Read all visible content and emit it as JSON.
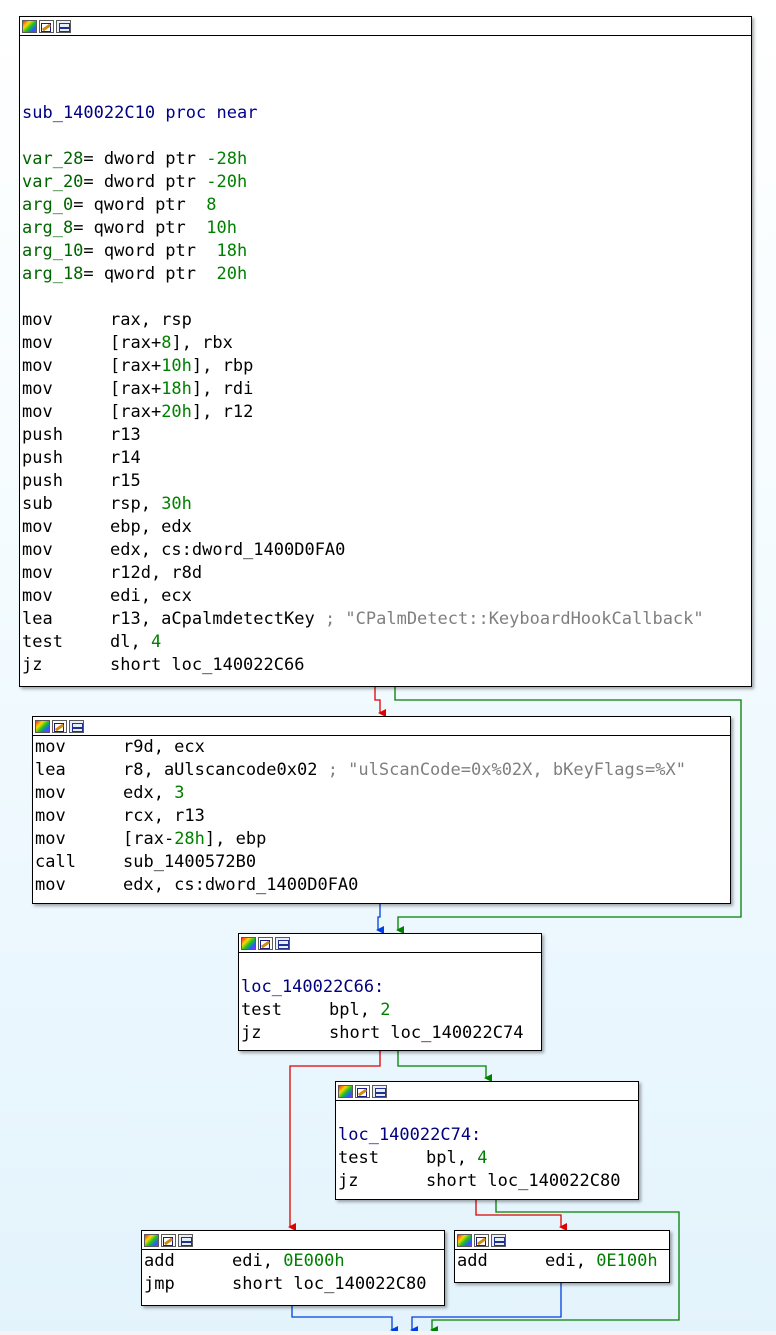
{
  "blocks": {
    "b1": {
      "l1": "sub_140022C10",
      "l1kw": "proc near",
      "vars": [
        {
          "n": "var_28",
          "t": "= dword ptr ",
          "v": "-28h"
        },
        {
          "n": "var_20",
          "t": "= dword ptr ",
          "v": "-20h"
        },
        {
          "n": "arg_0",
          "t": "= qword ptr  ",
          "v": "8"
        },
        {
          "n": "arg_8",
          "t": "= qword ptr  ",
          "v": "10h"
        },
        {
          "n": "arg_10",
          "t": "= qword ptr  ",
          "v": "18h"
        },
        {
          "n": "arg_18",
          "t": "= qword ptr  ",
          "v": "20h"
        }
      ],
      "i": [
        {
          "m": "mov",
          "o": "rax, rsp"
        },
        {
          "m": "mov",
          "a": "[rax+",
          "n": "8",
          "b": "], rbx"
        },
        {
          "m": "mov",
          "a": "[rax+",
          "n": "10h",
          "b": "], rbp"
        },
        {
          "m": "mov",
          "a": "[rax+",
          "n": "18h",
          "b": "], rdi"
        },
        {
          "m": "mov",
          "a": "[rax+",
          "n": "20h",
          "b": "], r12"
        },
        {
          "m": "push",
          "o": "r13"
        },
        {
          "m": "push",
          "o": "r14"
        },
        {
          "m": "push",
          "o": "r15"
        },
        {
          "m": "sub",
          "a": "rsp, ",
          "n": "30h"
        },
        {
          "m": "mov",
          "o": "ebp, edx"
        },
        {
          "m": "mov",
          "o": "edx, cs:dword_1400D0FA0"
        },
        {
          "m": "mov",
          "o": "r12d, r8d"
        },
        {
          "m": "mov",
          "o": "edi, ecx"
        },
        {
          "m": "lea",
          "o": "r13, aCpalmdetectKey",
          "c": " ; \"CPalmDetect::KeyboardHookCallback\""
        },
        {
          "m": "test",
          "a": "dl, ",
          "n": "4"
        },
        {
          "m": "jz",
          "o": "short loc_140022C66"
        }
      ]
    },
    "b2": {
      "i": [
        {
          "m": "mov",
          "o": "r9d, ecx"
        },
        {
          "m": "lea",
          "o": "r8, aUlscancode0x02",
          "c": " ; \"ulScanCode=0x%02X, bKeyFlags=%X\""
        },
        {
          "m": "mov",
          "a": "edx, ",
          "n": "3"
        },
        {
          "m": "mov",
          "o": "rcx, r13"
        },
        {
          "m": "mov",
          "a": "[rax-",
          "n": "28h",
          "b": "], ebp"
        },
        {
          "m": "call",
          "o": "sub_1400572B0"
        },
        {
          "m": "mov",
          "o": "edx, cs:dword_1400D0FA0"
        }
      ]
    },
    "b3": {
      "label": "loc_140022C66:",
      "i": [
        {
          "m": "test",
          "a": "bpl, ",
          "n": "2"
        },
        {
          "m": "jz",
          "o": "short loc_140022C74"
        }
      ]
    },
    "b4": {
      "label": "loc_140022C74:",
      "i": [
        {
          "m": "test",
          "a": "bpl, ",
          "n": "4"
        },
        {
          "m": "jz",
          "o": "short loc_140022C80"
        }
      ]
    },
    "b5": {
      "i": [
        {
          "m": "add",
          "a": "edi, ",
          "n": "0E000h"
        },
        {
          "m": "jmp",
          "o": "short loc_140022C80"
        }
      ]
    },
    "b6": {
      "i": [
        {
          "m": "add",
          "a": "edi, ",
          "n": "0E100h"
        }
      ]
    }
  },
  "colors": {
    "edge_true": "#008000",
    "edge_false": "#e00000",
    "edge_jump": "#0040e0",
    "label": "#000080",
    "number": "#008000",
    "comment": "#7f7f7f"
  },
  "icons": [
    "color-icon",
    "edit-icon",
    "graph-icon"
  ]
}
